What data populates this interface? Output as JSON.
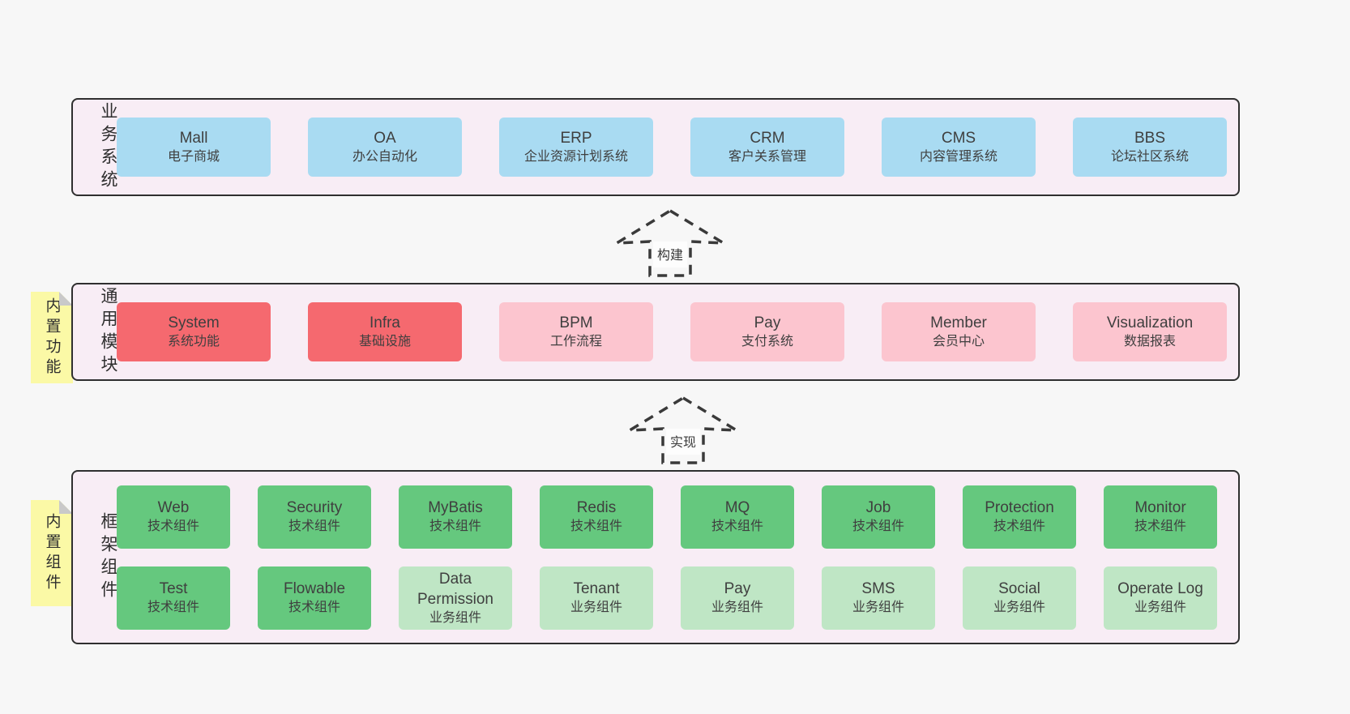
{
  "colors": {
    "page_bg": "#f7f7f7",
    "band_bg": "#f8edf5",
    "band_border": "#2f2f2f",
    "blue": "#a9dbf2",
    "red": "#f5696f",
    "pink": "#fcc5cf",
    "green_dark": "#65c87e",
    "green_light": "#bfe6c5",
    "sticky_yellow": "#fbf9a6",
    "sticky_fold": "#c9c9c9",
    "arrow": "#3a3a3a",
    "text": "#3f3f3f"
  },
  "arrows": [
    {
      "label": "构建"
    },
    {
      "label": "实现"
    }
  ],
  "bands": [
    {
      "label": "业务系统",
      "sticky": null,
      "rows": [
        [
          {
            "title": "Mall",
            "subtitle": "电子商城",
            "color": "blue"
          },
          {
            "title": "OA",
            "subtitle": "办公自动化",
            "color": "blue"
          },
          {
            "title": "ERP",
            "subtitle": "企业资源计划系统",
            "color": "blue"
          },
          {
            "title": "CRM",
            "subtitle": "客户关系管理",
            "color": "blue"
          },
          {
            "title": "CMS",
            "subtitle": "内容管理系统",
            "color": "blue"
          },
          {
            "title": "BBS",
            "subtitle": "论坛社区系统",
            "color": "blue"
          }
        ]
      ]
    },
    {
      "label": "通用模块",
      "sticky": "内置功能",
      "rows": [
        [
          {
            "title": "System",
            "subtitle": "系统功能",
            "color": "red"
          },
          {
            "title": "Infra",
            "subtitle": "基础设施",
            "color": "red"
          },
          {
            "title": "BPM",
            "subtitle": "工作流程",
            "color": "pink"
          },
          {
            "title": "Pay",
            "subtitle": "支付系统",
            "color": "pink"
          },
          {
            "title": "Member",
            "subtitle": "会员中心",
            "color": "pink"
          },
          {
            "title": "Visualization",
            "subtitle": "数据报表",
            "color": "pink"
          }
        ]
      ]
    },
    {
      "label": "框架组件",
      "sticky": "内置组件",
      "rows": [
        [
          {
            "title": "Web",
            "subtitle": "技术组件",
            "color": "green_dark"
          },
          {
            "title": "Security",
            "subtitle": "技术组件",
            "color": "green_dark"
          },
          {
            "title": "MyBatis",
            "subtitle": "技术组件",
            "color": "green_dark"
          },
          {
            "title": "Redis",
            "subtitle": "技术组件",
            "color": "green_dark"
          },
          {
            "title": "MQ",
            "subtitle": "技术组件",
            "color": "green_dark"
          },
          {
            "title": "Job",
            "subtitle": "技术组件",
            "color": "green_dark"
          },
          {
            "title": "Protection",
            "subtitle": "技术组件",
            "color": "green_dark"
          },
          {
            "title": "Monitor",
            "subtitle": "技术组件",
            "color": "green_dark"
          }
        ],
        [
          {
            "title": "Test",
            "subtitle": "技术组件",
            "color": "green_dark"
          },
          {
            "title": "Flowable",
            "subtitle": "技术组件",
            "color": "green_dark"
          },
          {
            "title": "Data Permission",
            "subtitle": "业务组件",
            "color": "green_light"
          },
          {
            "title": "Tenant",
            "subtitle": "业务组件",
            "color": "green_light"
          },
          {
            "title": "Pay",
            "subtitle": "业务组件",
            "color": "green_light"
          },
          {
            "title": "SMS",
            "subtitle": "业务组件",
            "color": "green_light"
          },
          {
            "title": "Social",
            "subtitle": "业务组件",
            "color": "green_light"
          },
          {
            "title": "Operate Log",
            "subtitle": "业务组件",
            "color": "green_light"
          }
        ]
      ]
    }
  ]
}
